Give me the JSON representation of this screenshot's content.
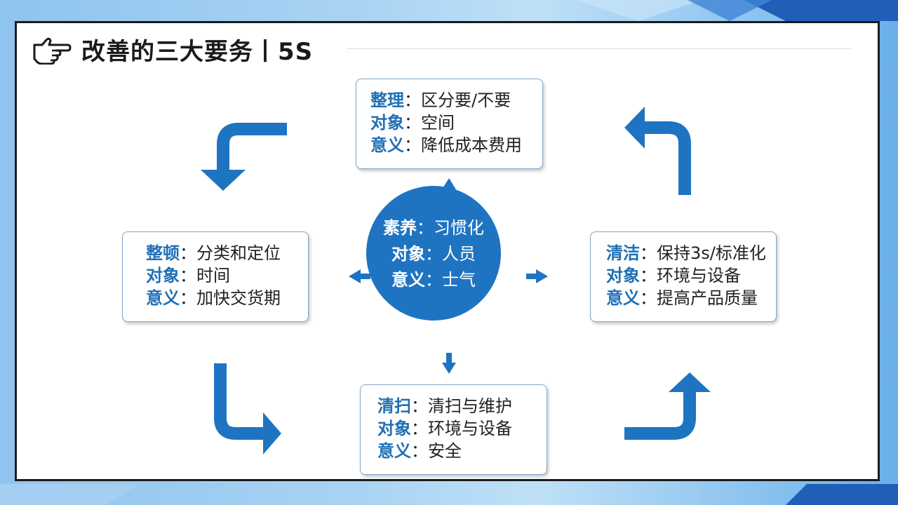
{
  "title": "改善的三大要务丨5S",
  "separator": "：",
  "top_box": {
    "rows": [
      {
        "key": "整理",
        "value": "区分要/不要"
      },
      {
        "key": "对象",
        "value": "空间"
      },
      {
        "key": "意义",
        "value": "降低成本费用"
      }
    ]
  },
  "left_box": {
    "rows": [
      {
        "key": "整顿",
        "value": "分类和定位"
      },
      {
        "key": "对象",
        "value": "时间"
      },
      {
        "key": "意义",
        "value": "加快交货期"
      }
    ]
  },
  "right_box": {
    "rows": [
      {
        "key": "清洁",
        "value": "保持3s/标准化"
      },
      {
        "key": "对象",
        "value": "环境与设备"
      },
      {
        "key": "意义",
        "value": "提高产品质量"
      }
    ]
  },
  "bottom_box": {
    "rows": [
      {
        "key": "清扫",
        "value": "清扫与维护"
      },
      {
        "key": "对象",
        "value": "环境与设备"
      },
      {
        "key": "意义",
        "value": "安全"
      }
    ]
  },
  "center": {
    "rows": [
      {
        "key": "素养",
        "value": "习惯化"
      },
      {
        "key": "对象",
        "value": "人员"
      },
      {
        "key": "意义",
        "value": "士气"
      }
    ]
  },
  "colors": {
    "accent": "#1f74c2",
    "key_text": "#1f6fb5",
    "frame": "#1b1b1b"
  },
  "icons": [
    "pointing-hand-icon",
    "arrow-up-icon",
    "arrow-down-icon",
    "arrow-left-icon",
    "arrow-right-icon",
    "curved-arrow-icon"
  ]
}
